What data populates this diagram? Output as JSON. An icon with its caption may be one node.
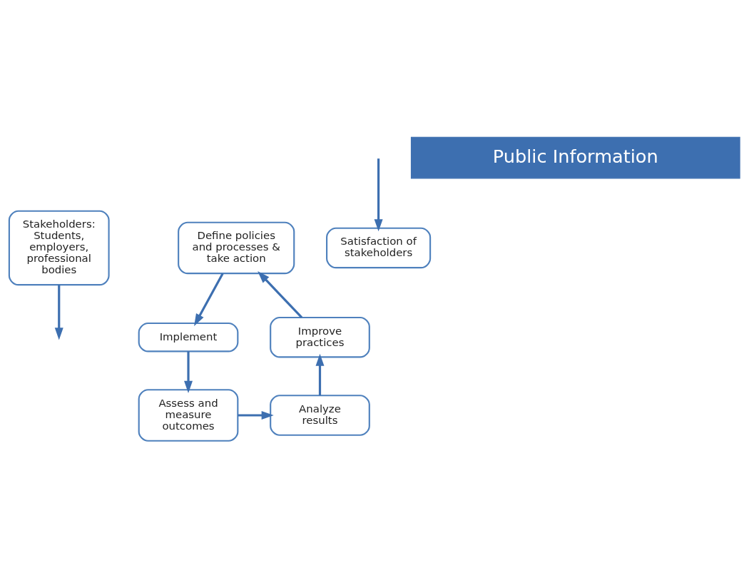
{
  "diagram": {
    "nodes": [
      {
        "text": [
          "Stakeholders: Students, employers, professional bodies"
        ]
      },
      {
        "text": [
          "Define policies and processes & take action"
        ]
      },
      {
        "text": [
          "Implement"
        ]
      },
      {
        "text": [
          "Assess and measure outcomes"
        ]
      },
      {
        "text": [
          "Analyze results"
        ]
      },
      {
        "text": [
          "Improve practices"
        ]
      },
      {
        "text": [
          "Satisfaction of stakeholders"
        ]
      },
      {
        "text": [
          "Public Information"
        ]
      }
    ],
    "edges": [
      {
        "from": 0,
        "to": null,
        "arrow": "to"
      },
      {
        "from": 1,
        "to": 2,
        "arrow": "to"
      },
      {
        "from": 2,
        "to": 3,
        "arrow": "to"
      },
      {
        "from": 3,
        "to": 4,
        "arrow": "to"
      },
      {
        "from": 4,
        "to": 5,
        "arrow": "to"
      },
      {
        "from": 5,
        "to": 1,
        "arrow": "to"
      },
      {
        "from": null,
        "to": 6,
        "arrow": "to"
      }
    ]
  }
}
